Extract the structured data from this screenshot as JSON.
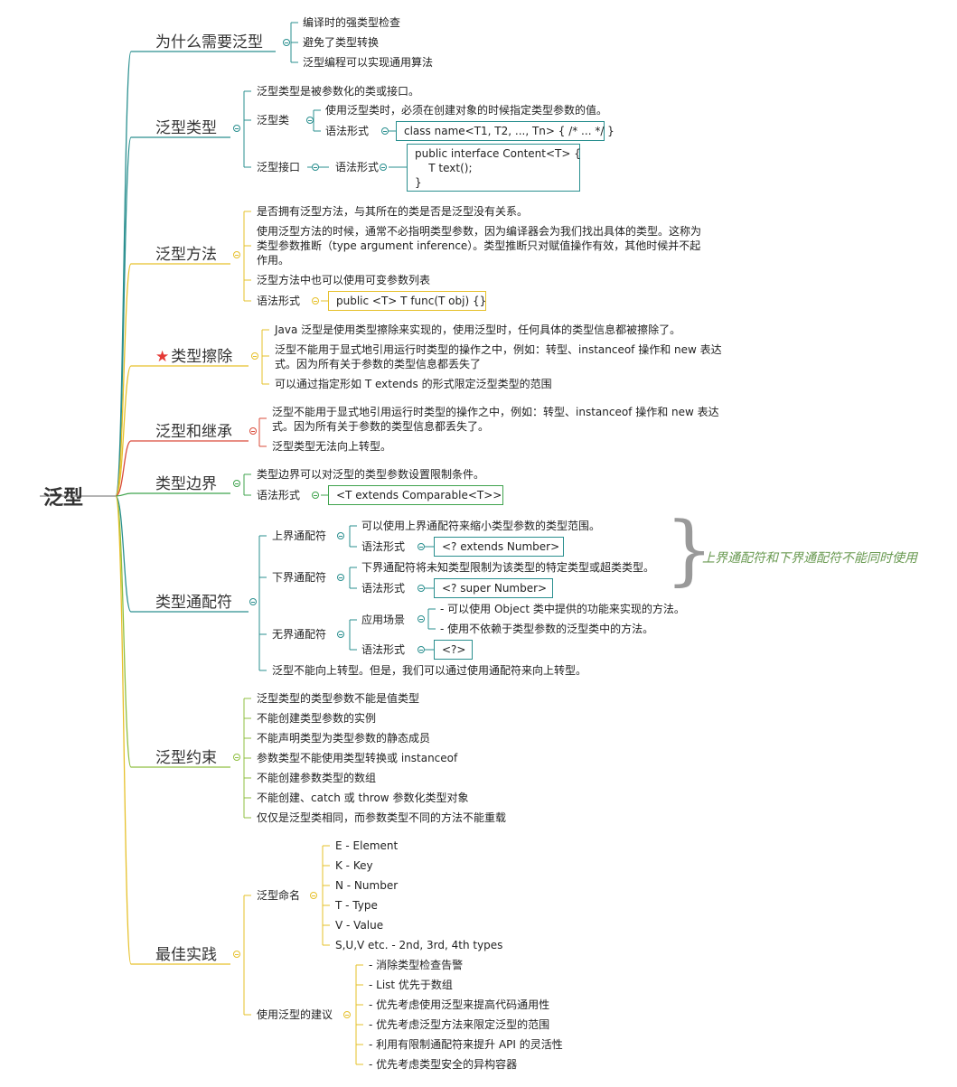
{
  "root": "泛型",
  "colors": {
    "teal": "#2a8f8f",
    "green": "#3fa34d",
    "yellow": "#e6c02a",
    "red": "#d94b3a",
    "lime": "#8fbf40"
  },
  "branches": {
    "why": {
      "title": "为什么需要泛型",
      "items": [
        "编译时的强类型检查",
        "避免了类型转换",
        "泛型编程可以实现通用算法"
      ]
    },
    "types": {
      "title": "泛型类型",
      "desc": "泛型类型是被参数化的类或接口。",
      "cls": {
        "label": "泛型类",
        "note": "使用泛型类时，必须在创建对象的时候指定类型参数的值。",
        "syntax_label": "语法形式",
        "syntax": "class name<T1, T2, ..., Tn> { /* ... */ }"
      },
      "iface": {
        "label": "泛型接口",
        "syntax_label": "语法形式",
        "syntax": "public interface Content<T> {\n    T text();\n}"
      }
    },
    "methods": {
      "title": "泛型方法",
      "items": [
        "是否拥有泛型方法，与其所在的类是否是泛型没有关系。",
        "使用泛型方法的时候，通常不必指明类型参数，因为编译器会为我们找出具体的类型。这称为",
        "类型参数推断（type argument inference）。类型推断只对赋值操作有效，其他时候并不起",
        "作用。",
        "泛型方法中也可以使用可变参数列表"
      ],
      "syntax_label": "语法形式",
      "syntax": "public <T> T func(T obj) {}"
    },
    "erasure": {
      "title": "类型擦除",
      "items": [
        "Java 泛型是使用类型擦除来实现的，使用泛型时，任何具体的类型信息都被擦除了。",
        "泛型不能用于显式地引用运行时类型的操作之中，例如：转型、instanceof 操作和 new 表达",
        "式。因为所有关于参数的类型信息都丢失了",
        "可以通过指定形如 T extends 的形式限定泛型类型的范围"
      ]
    },
    "inherit": {
      "title": "泛型和继承",
      "items": [
        "泛型不能用于显式地引用运行时类型的操作之中，例如：转型、instanceof 操作和 new 表达",
        "式。因为所有关于参数的类型信息都丢失了。",
        "泛型类型无法向上转型。"
      ]
    },
    "bounds": {
      "title": "类型边界",
      "desc": "类型边界可以对泛型的类型参数设置限制条件。",
      "syntax_label": "语法形式",
      "syntax": "<T extends Comparable<T>>"
    },
    "wildcard": {
      "title": "类型通配符",
      "upper": {
        "label": "上界通配符",
        "desc": "可以使用上界通配符来缩小类型参数的类型范围。",
        "syntax_label": "语法形式",
        "syntax": "<? extends Number>"
      },
      "lower": {
        "label": "下界通配符",
        "desc": "下界通配符将未知类型限制为该类型的特定类型或超类类型。",
        "syntax_label": "语法形式",
        "syntax": "<? super Number>"
      },
      "unbounded": {
        "label": "无界通配符",
        "usage_label": "应用场景",
        "usages": [
          "- 可以使用 Object 类中提供的功能来实现的方法。",
          "- 使用不依赖于类型参数的泛型类中的方法。"
        ],
        "syntax_label": "语法形式",
        "syntax": "<?>"
      },
      "note": "泛型不能向上转型。但是，我们可以通过使用通配符来向上转型。",
      "side_note": "上界通配符和下界通配符不能同时使用"
    },
    "constraints": {
      "title": "泛型约束",
      "items": [
        "泛型类型的类型参数不能是值类型",
        "不能创建类型参数的实例",
        "不能声明类型为类型参数的静态成员",
        "参数类型不能使用类型转换或 instanceof",
        "不能创建参数类型的数组",
        "不能创建、catch 或 throw 参数化类型对象",
        "仅仅是泛型类相同，而参数类型不同的方法不能重载"
      ]
    },
    "best": {
      "title": "最佳实践",
      "naming": {
        "label": "泛型命名",
        "items": [
          "E - Element",
          "K - Key",
          "N - Number",
          "T - Type",
          "V - Value",
          "S,U,V etc. - 2nd, 3rd, 4th types"
        ]
      },
      "advice": {
        "label": "使用泛型的建议",
        "items": [
          "- 消除类型检查告警",
          "- List 优先于数组",
          "- 优先考虑使用泛型来提高代码通用性",
          "- 优先考虑泛型方法来限定泛型的范围",
          "- 利用有限制通配符来提升 API 的灵活性",
          "- 优先考虑类型安全的异构容器"
        ]
      }
    }
  }
}
